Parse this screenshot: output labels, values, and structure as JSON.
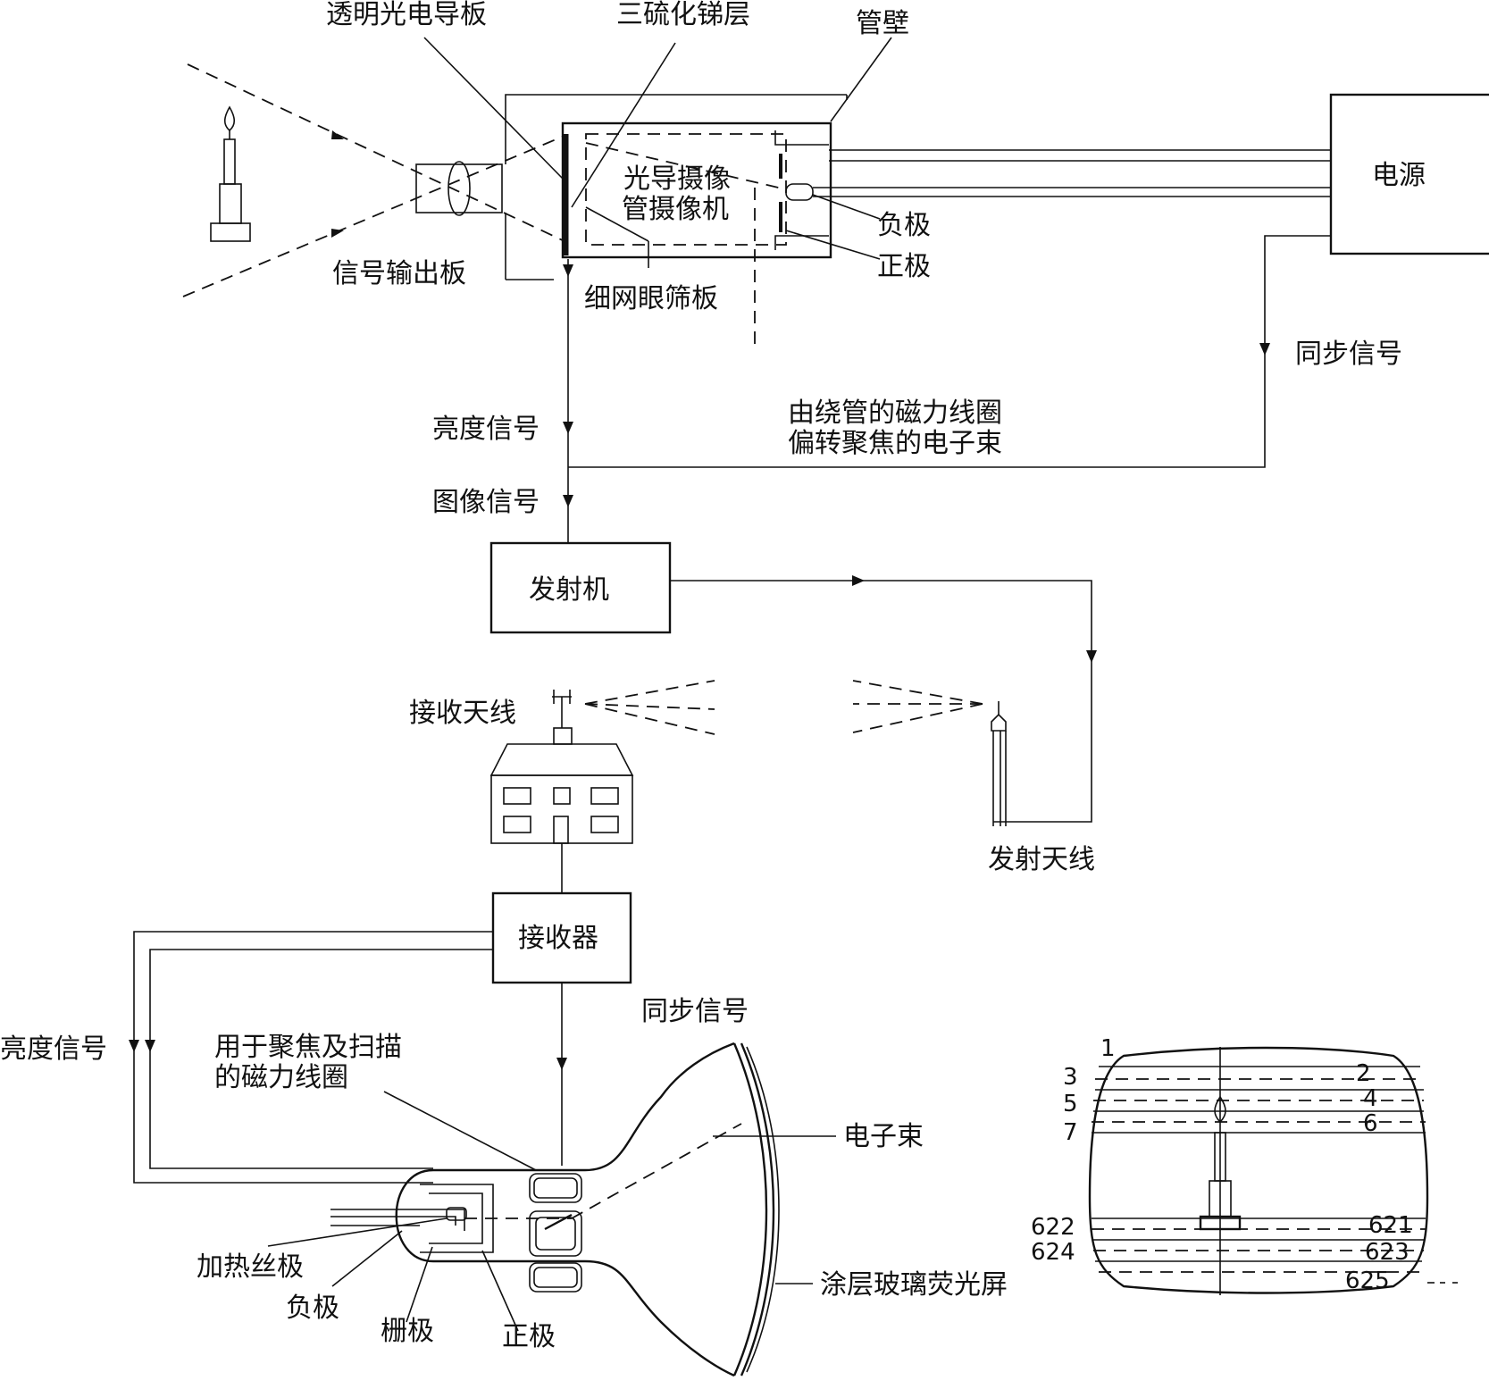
{
  "labels": {
    "transparent_plate": "透明光电导板",
    "sb2s3_layer": "三硫化锑层",
    "tube_wall": "管壁",
    "camera_tube": "光导摄像\n管摄像机",
    "power": "电源",
    "cathode_top": "负极",
    "anode_top": "正极",
    "signal_plate": "信号输出板",
    "mesh_screen": "细网眼筛板",
    "sync_top": "同步信号",
    "coil_beam": "由绕管的磁力线圈\n偏转聚焦的电子束",
    "brightness_top": "亮度信号",
    "image_signal": "图像信号",
    "transmitter": "发射机",
    "rx_antenna": "接收天线",
    "tx_antenna": "发射天线",
    "receiver": "接收器",
    "brightness_bottom": "亮度信号",
    "sync_bottom": "同步信号",
    "focus_coils": "用于聚焦及扫描\n的磁力线圈",
    "electron_beam": "电子束",
    "heater": "加热丝极",
    "cathode_bottom": "负极",
    "grid": "栅极",
    "anode_bottom": "正极",
    "screen": "涂层玻璃荧光屏"
  },
  "scan_lines": {
    "n1": "1",
    "n2": "2",
    "n3": "3",
    "n4": "4",
    "n5": "5",
    "n6": "6",
    "n7": "7",
    "n621": "621",
    "n622": "622",
    "n623": "623",
    "n624": "624",
    "n625": "625"
  }
}
